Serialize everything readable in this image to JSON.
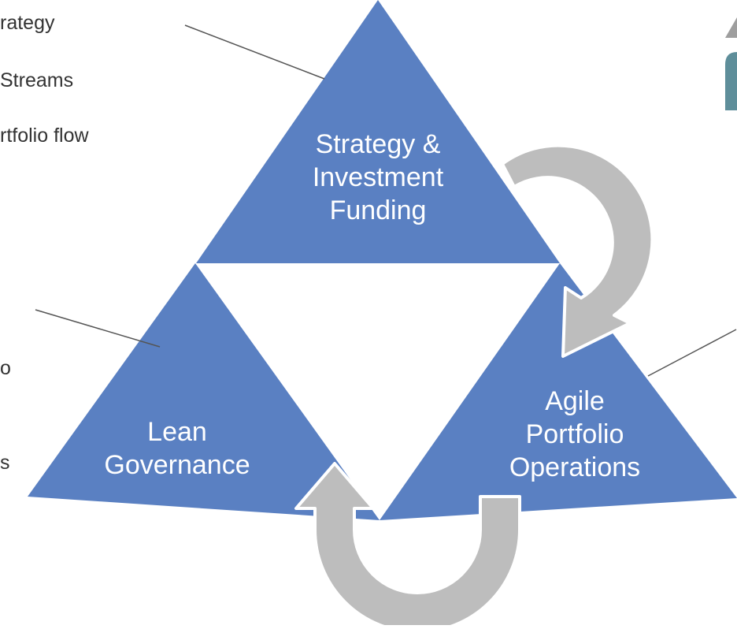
{
  "diagram": {
    "triangles": [
      {
        "id": "top",
        "lines": [
          "Strategy &",
          "Investment",
          "Funding"
        ]
      },
      {
        "id": "left",
        "lines": [
          "Lean",
          "Governance"
        ]
      },
      {
        "id": "right",
        "lines": [
          "Agile",
          "Portfolio",
          "Operations"
        ]
      }
    ],
    "side_text": [
      "rategy",
      "Streams",
      "rtfolio flow",
      "o",
      "s"
    ]
  },
  "colors": {
    "triangle_fill": "#5A80C2",
    "arrow_fill": "#BDBDBD",
    "arrow_stroke": "#FFFFFF",
    "leader_line": "#555555",
    "side_text": "#333333",
    "corner_gray": "#9E9E9E",
    "corner_teal": "#5E8E9A"
  }
}
